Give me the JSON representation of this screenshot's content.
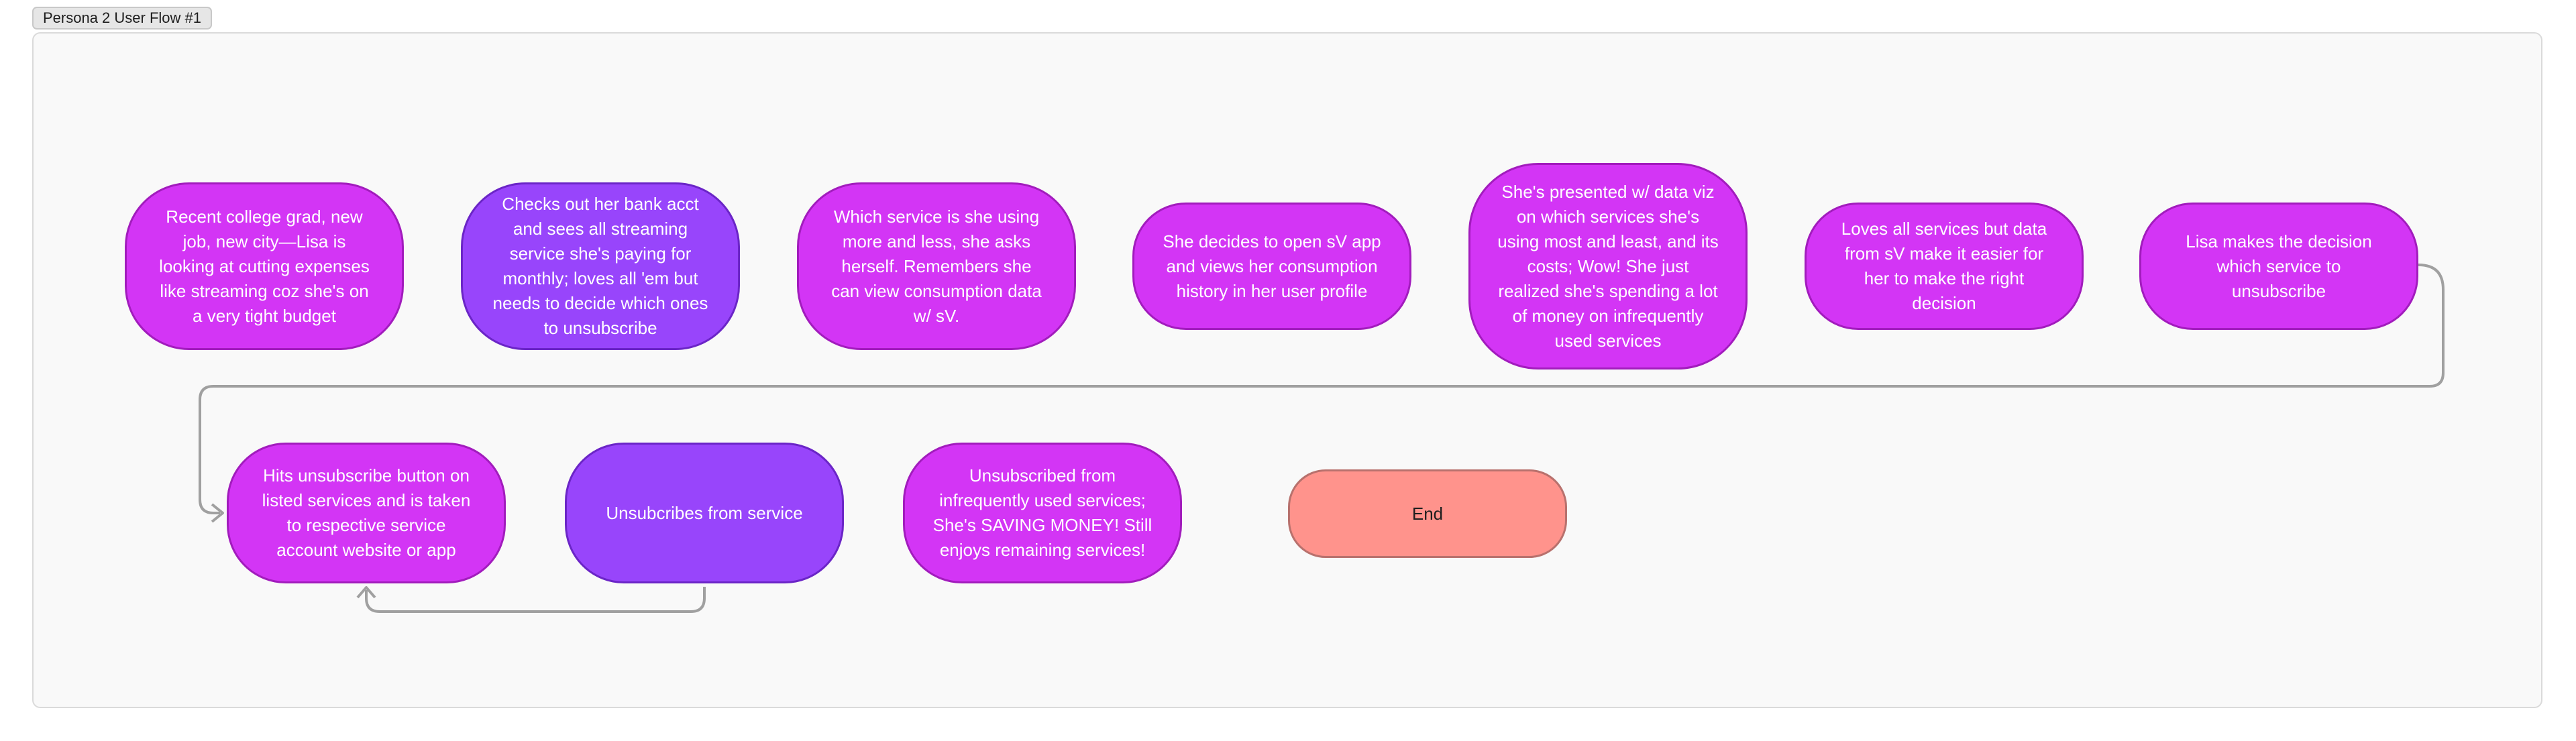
{
  "frame": {
    "title": "Persona 2 User Flow #1"
  },
  "colors": {
    "magenta_fill": "#d335f5",
    "purple_fill": "#9845fb",
    "end_fill": "#ff938c",
    "connector": "#a0a0a0",
    "frame_background": "#f9f9f9"
  },
  "flow": {
    "steps": [
      {
        "text": "Recent college grad, new job, new city—Lisa is looking at cutting expenses like streaming coz she's on a very tight budget"
      },
      {
        "text": "Checks out her bank acct and sees all streaming service she's paying for monthly; loves all 'em but needs to decide which ones to unsubscribe"
      },
      {
        "text": "Which service is she using more and less, she asks herself. Remembers she can view consumption data w/ sV."
      },
      {
        "text": "She decides to open sV app and views her consumption history in her user profile"
      },
      {
        "text": "She's presented w/ data viz on which services she's using most and least, and its costs; Wow! She just realized she's spending a lot of money on infrequently used services"
      },
      {
        "text": "Loves all services but data from sV make it easier for her to make the right decision"
      },
      {
        "text": "Lisa makes the decision which service to unsubscribe"
      },
      {
        "text": "Hits unsubscribe button on listed services and is taken to respective service account website or app"
      },
      {
        "text": "Unsubcribes from service"
      },
      {
        "text": "Unsubscribed from infrequently used services; She's SAVING MONEY! Still enjoys remaining services!"
      },
      {
        "text": "End"
      }
    ]
  }
}
